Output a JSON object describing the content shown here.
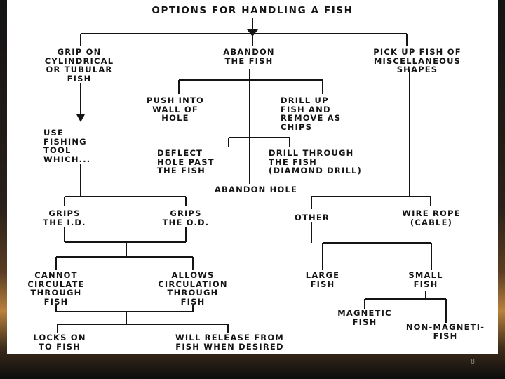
{
  "title": "OPTIONS FOR HANDLING A FISH",
  "nodes": {
    "grip": "GRIP ON\nCYLINDRICAL\nOR TUBULAR\nFISH",
    "abandon_fish": "ABANDON\nTHE FISH",
    "pickup": "PICK UP FISH OF\nMISCELLANEOUS\nSHAPES",
    "push": "PUSH INTO\nWALL OF\nHOLE",
    "drill_up": "DRILL UP\nFISH AND\nREMOVE AS\nCHIPS",
    "use_tool": "USE\nFISHING\nTOOL\nWHICH...",
    "deflect": "DEFLECT\nHOLE PAST\nTHE FISH",
    "drill_through": "DRILL THROUGH\nTHE FISH\n(DIAMOND DRILL)",
    "abandon_hole": "ABANDON HOLE",
    "grips_id": "GRIPS\nTHE I.D.",
    "grips_od": "GRIPS\nTHE O.D.",
    "other": "OTHER",
    "wire_rope": "WIRE ROPE\n(CABLE)",
    "cannot": "CANNOT\nCIRCULATE\nTHROUGH\nFISH",
    "allows": "ALLOWS\nCIRCULATION\nTHROUGH\nFISH",
    "large": "LARGE\nFISH",
    "small": "SMALL\nFISH",
    "magnetic": "MAGNETIC\nFISH",
    "non_magnetic": "NON-MAGNETI-\nFISH",
    "locks": "LOCKS ON\nTO FISH",
    "release": "WILL RELEASE FROM\nFISH WHEN DESIRED"
  },
  "slide_number": "8",
  "colors": {
    "ink": "#141414",
    "paper": "#ffffff",
    "slide_number": "#8c8c8c"
  }
}
